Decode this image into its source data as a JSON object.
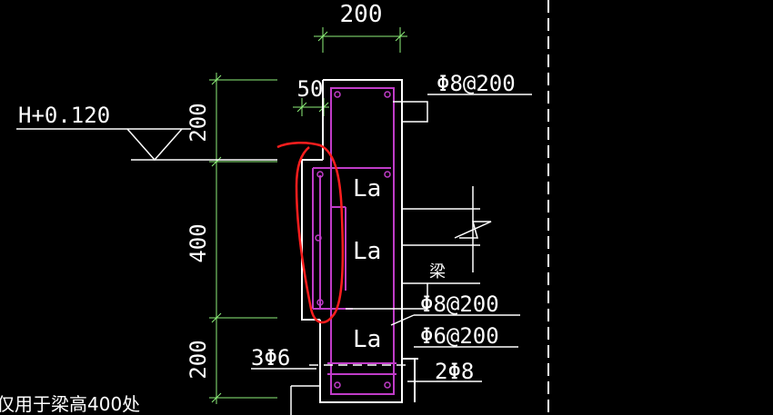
{
  "dimensions": {
    "top_width": "200",
    "offset": "50",
    "height_upper": "200",
    "height_middle": "400",
    "height_lower": "200"
  },
  "elevation": {
    "label": "H+0.120"
  },
  "rebar": {
    "top_stirrup": "Φ8@200",
    "middle_stirrup": "Φ8@200",
    "lower_stirrup": "Φ6@200",
    "left_bars": "3Φ6",
    "bottom_bars": "2Φ8"
  },
  "anchorage": {
    "la_1": "La",
    "la_2": "La",
    "la_3": "La"
  },
  "beam_label": "梁",
  "note": "仅用于梁高400处",
  "colors": {
    "background": "#000000",
    "outline": "#ffffff",
    "dimension": "#8ef07a",
    "rebar": "#c03cc8",
    "markup": "#ff1e1e"
  }
}
